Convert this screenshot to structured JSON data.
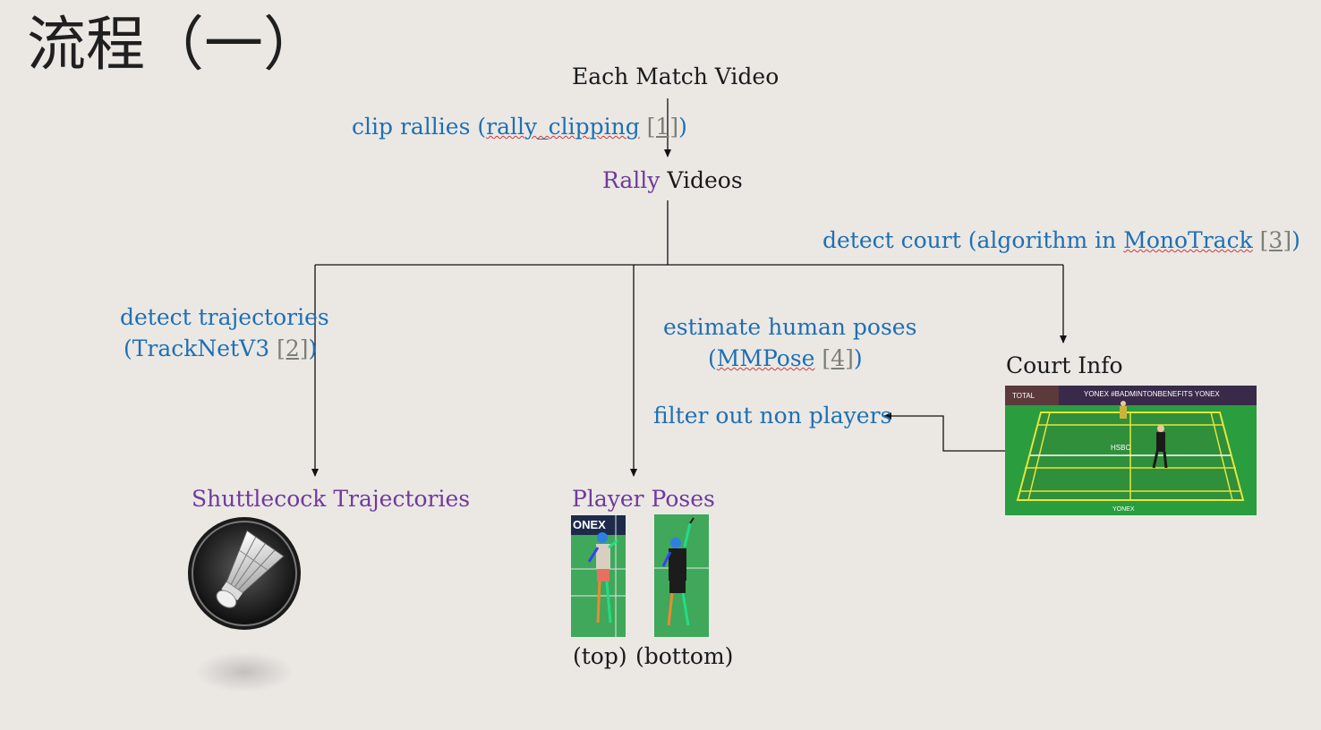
{
  "title": "流程（一）",
  "nodes": {
    "match_video": "Each Match Video",
    "rally_word": "Rally",
    "videos_word": " Videos",
    "court_info": "Court Info",
    "shuttle_traj": "Shuttlecock Trajectories",
    "player_poses": "Player Poses",
    "top_caption": "(top)",
    "bottom_caption": "(bottom)"
  },
  "edges": {
    "clip": {
      "prefix": "clip rallies (",
      "link": "rally_clipping",
      "space": " ",
      "ref": "[1]",
      "suffix": ")"
    },
    "court": {
      "prefix": "detect court (algorithm in ",
      "link": "MonoTrack",
      "space": " ",
      "ref": "[3]",
      "suffix": ")"
    },
    "traj_line1": "detect trajectories",
    "traj": {
      "prefix": "(TrackNetV3 ",
      "ref": "[2]",
      "suffix": ")"
    },
    "pose_line1": "estimate human poses",
    "pose": {
      "prefix": "(",
      "link": "MMPose",
      "space": " ",
      "ref": "[4]",
      "suffix": ")"
    },
    "filter": "filter out non players"
  },
  "images": {
    "court_banner_left": "TOTAL",
    "court_banner_right": "YONEX #BADMINTONBENEFITS YONEX",
    "court_sponsor": "HSBC",
    "court_bottom": "YONEX",
    "pose_top_banner": "ONEX"
  },
  "colors": {
    "background": "#ebe8e4",
    "edge_label": "#1f6fb4",
    "output_node": "#6f3a9c",
    "reference": "#7b7f76",
    "court_green": "#2a9d3e",
    "court_lines": "#e6e63a"
  }
}
